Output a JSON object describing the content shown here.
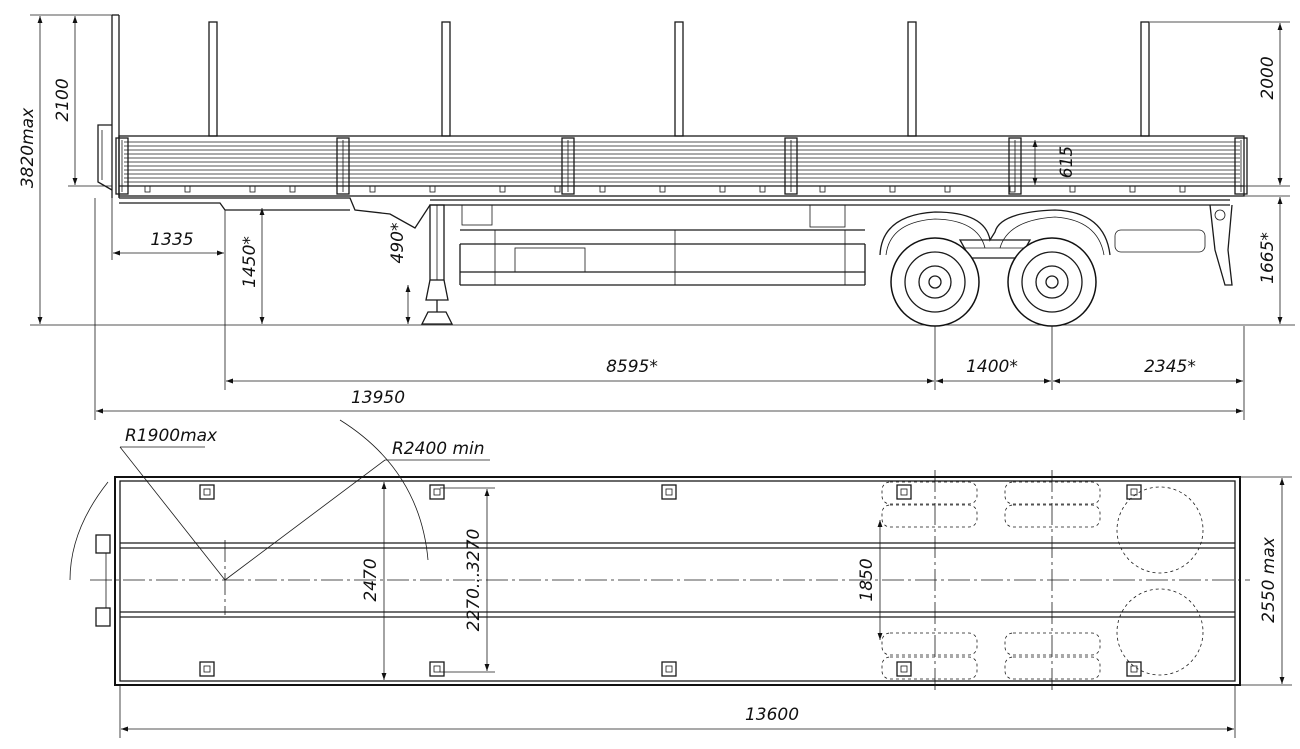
{
  "dimensions": {
    "overall_height": "3820max",
    "front_wall_height": "2100",
    "stake_height": "2000",
    "side_board_height": "615",
    "front_overhang": "1335",
    "fifth_wheel_height": "1450*",
    "kingpin_to_leg": "490*",
    "deck_height": "1665*",
    "kingpin_to_axle": "8595*",
    "axle_spread": "1400*",
    "rear_overhang": "2345*",
    "overall_length": "13950",
    "front_swing_radius": "R1900max",
    "turn_radius": "R2400 min",
    "inner_width": "2470",
    "stake_spacing": "2270...3270",
    "track_width": "1850",
    "overall_width": "2550 max",
    "platform_length": "13600"
  },
  "colors": {
    "line": "#1a1a1a",
    "background": "#ffffff"
  }
}
